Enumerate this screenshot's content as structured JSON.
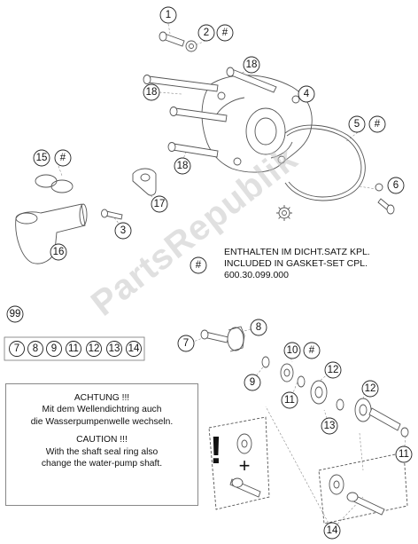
{
  "callouts": {
    "c1": "1",
    "c2": "2",
    "c2h": "#",
    "c3": "3",
    "c4": "4",
    "c5": "5",
    "c5h": "#",
    "c6": "6",
    "c7a": "7",
    "c8a": "8",
    "c9a": "9",
    "c10": "10",
    "c10h": "#",
    "c11a": "11",
    "c11b": "11",
    "c12a": "12",
    "c12b": "12",
    "c13": "13",
    "c14": "14",
    "c15": "15",
    "c15h": "#",
    "c16": "16",
    "c17": "17",
    "c18a": "18",
    "c18b": "18",
    "c18c": "18",
    "c99": "99",
    "chash": "#"
  },
  "set_items": [
    "7",
    "8",
    "9",
    "11",
    "12",
    "13",
    "14"
  ],
  "gasket_note": {
    "line1": "ENTHALTEN IM DICHT.SATZ KPL.",
    "line2": "INCLUDED IN GASKET-SET CPL.",
    "line3": "600.30.099.000"
  },
  "warning": {
    "de_title": "ACHTUNG !!!",
    "de_line1": "Mit dem Wellendichtring auch",
    "de_line2": "die Wasserpumpenwelle wechseln.",
    "en_title": "CAUTION !!!",
    "en_line1": "With the shaft seal ring also",
    "en_line2": "change the water-pump shaft."
  },
  "symbols": {
    "exclamation": "!",
    "plus": "+"
  },
  "watermark": "PartsRepublik",
  "icons": {
    "gear": "gear-icon"
  }
}
